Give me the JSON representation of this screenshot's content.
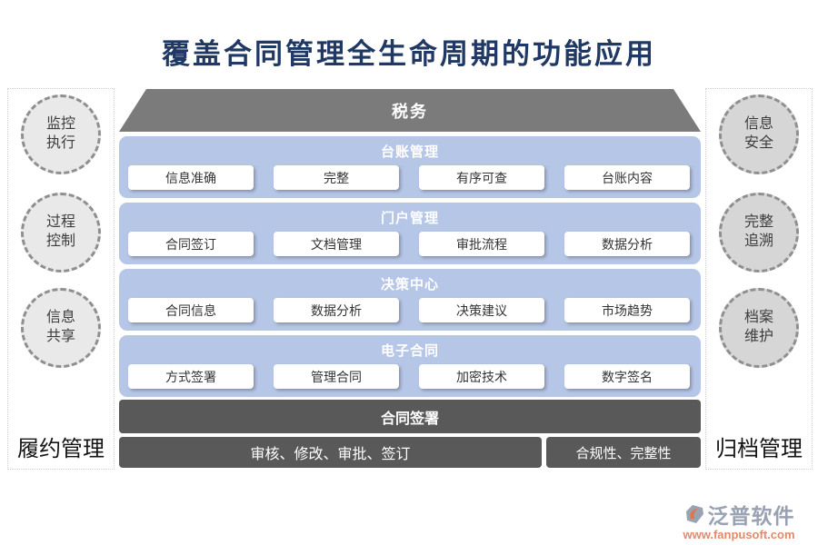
{
  "title": "覆盖合同管理全生命周期的功能应用",
  "left_panel": {
    "label": "履约管理",
    "circles": [
      {
        "lines": [
          "监控",
          "执行"
        ]
      },
      {
        "lines": [
          "过程",
          "控制"
        ]
      },
      {
        "lines": [
          "信息",
          "共享"
        ]
      }
    ]
  },
  "right_panel": {
    "label": "归档管理",
    "circles": [
      {
        "lines": [
          "信息",
          "安全"
        ]
      },
      {
        "lines": [
          "完整",
          "追溯"
        ]
      },
      {
        "lines": [
          "档案",
          "维护"
        ]
      }
    ]
  },
  "pyramid_top": "税务",
  "sections": [
    {
      "title": "台账管理",
      "items": [
        "信息准确",
        "完整",
        "有序可查",
        "台账内容"
      ]
    },
    {
      "title": "门户管理",
      "items": [
        "合同签订",
        "文档管理",
        "审批流程",
        "数据分析"
      ]
    },
    {
      "title": "决策中心",
      "items": [
        "合同信息",
        "数据分析",
        "决策建议",
        "市场趋势"
      ]
    },
    {
      "title": "电子合同",
      "items": [
        "方式签署",
        "管理合同",
        "加密技术",
        "数字签名"
      ]
    }
  ],
  "footer_bars": {
    "sign": "合同签署",
    "review": "审核、修改、审批、签订",
    "compliance": "合规性、完整性"
  },
  "logo": {
    "name": "泛普软件",
    "url": "www.fanpusoft.com"
  },
  "colors": {
    "title_navy": "#1f3864",
    "section_blue": "#b6c6e7",
    "trapezoid_gray": "#7b7b7b",
    "dark_bar_gray": "#595959",
    "circle_fill_left": "#e9e9e9",
    "circle_fill_right": "#d6d6d6",
    "logo_gray": "#99a2b3",
    "logo_orange": "#e08a6c"
  }
}
